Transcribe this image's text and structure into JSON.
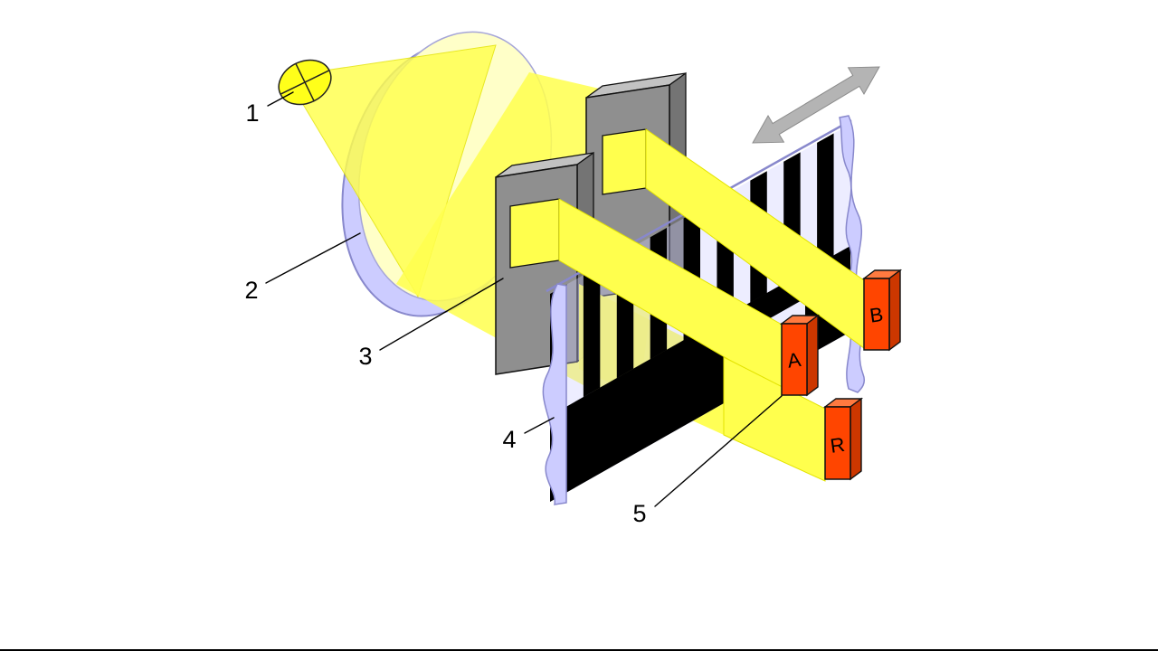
{
  "callouts": [
    {
      "number": "1",
      "target": "light-source"
    },
    {
      "number": "2",
      "target": "condenser-lens"
    },
    {
      "number": "3",
      "target": "scanning-mask"
    },
    {
      "number": "4",
      "target": "code-scale"
    },
    {
      "number": "5",
      "target": "photodetectors"
    }
  ],
  "detectors": [
    {
      "label": "A"
    },
    {
      "label": "B"
    },
    {
      "label": "R"
    }
  ],
  "scale": {
    "stripe_count": 9
  },
  "colors": {
    "background": "#ffffff",
    "beam": "#ffff4d",
    "beam_edge": "#e3e300",
    "lens_face": "#ffffc8",
    "glass": "#ccccff",
    "glass_edge": "#8888cc",
    "bulb": "#ffff1a",
    "mask_front": "#8f8f8f",
    "mask_top": "#c2c2c2",
    "mask_side": "#747474",
    "stripe": "#000000",
    "detector_front": "#ff4500",
    "detector_top": "#ff7a40",
    "detector_side": "#cc3700",
    "arrow": "#b4b4b4",
    "ink": "#000000"
  }
}
